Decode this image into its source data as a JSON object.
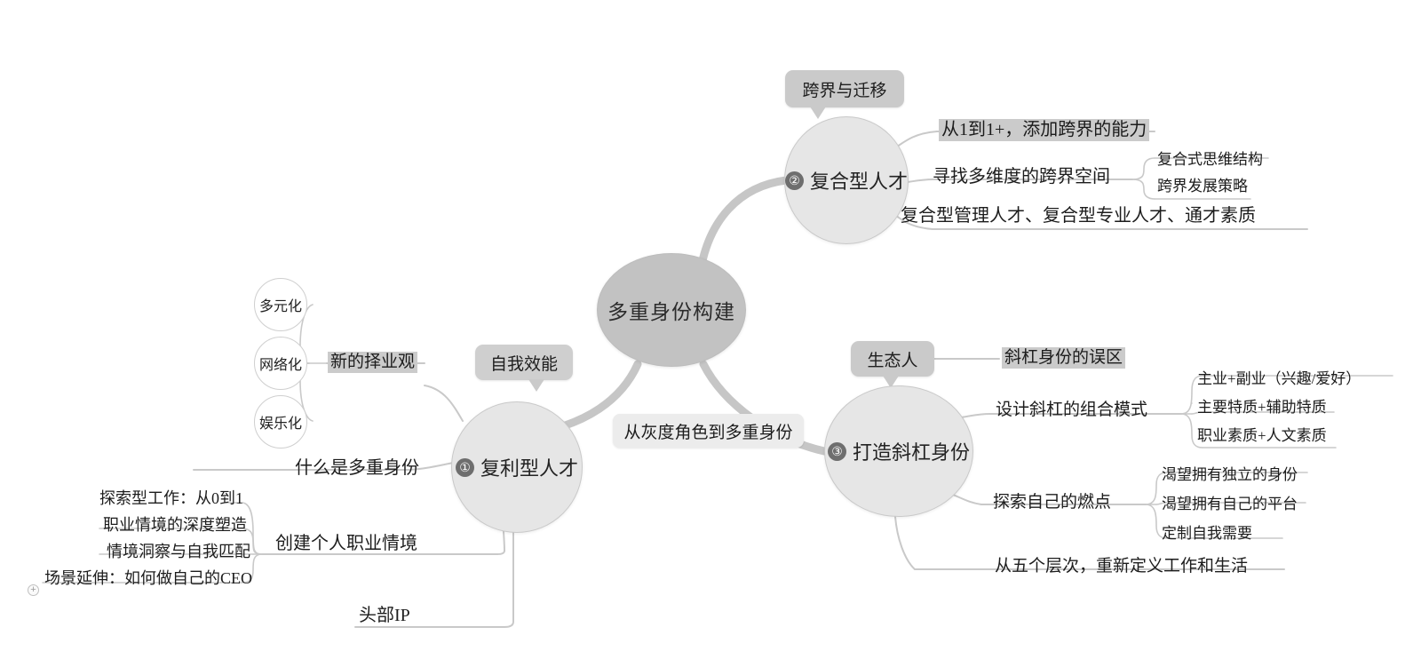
{
  "center": {
    "label": "多重身份构建"
  },
  "branches": [
    {
      "number": "②",
      "label": "复合型人才",
      "callout": "跨界与迁移",
      "children": [
        {
          "label": "从1到1+，添加跨界的能力",
          "highlight": true,
          "leaves": []
        },
        {
          "label": "寻找多维度的跨界空间",
          "highlight": false,
          "leaves": [
            "复合式思维结构",
            "跨界发展策略"
          ]
        },
        {
          "label": "复合型管理人才、复合型专业人才、通才素质",
          "highlight": false,
          "leaves": []
        }
      ]
    },
    {
      "number": "①",
      "label": "复利型人才",
      "callout": "自我效能",
      "children": [
        {
          "label": "新的择业观",
          "highlight": true,
          "leaves": [
            "多元化",
            "网络化",
            "娱乐化"
          ]
        },
        {
          "label": "什么是多重身份",
          "highlight": false,
          "leaves": []
        },
        {
          "label": "创建个人职业情境",
          "highlight": false,
          "leaves": [
            "探索型工作：从0到1",
            "职业情境的深度塑造",
            "情境洞察与自我匹配",
            "场景延伸：如何做自己的CEO"
          ]
        },
        {
          "label": "头部IP",
          "highlight": false,
          "leaves": []
        }
      ]
    },
    {
      "number": "③",
      "label": "打造斜杠身份",
      "callout": "生态人",
      "children": [
        {
          "label": "斜杠身份的误区",
          "highlight": true,
          "leaves": []
        },
        {
          "label": "设计斜杠的组合模式",
          "highlight": false,
          "leaves": [
            "主业+副业（兴趣/爱好）",
            "主要特质+辅助特质",
            "职业素质+人文素质"
          ]
        },
        {
          "label": "探索自己的燃点",
          "highlight": false,
          "leaves": [
            "渴望拥有独立的身份",
            "渴望拥有自己的平台",
            "定制自我需要"
          ]
        },
        {
          "label": "从五个层次，重新定义工作和生活",
          "highlight": false,
          "leaves": []
        }
      ]
    }
  ],
  "center_side_label": "从灰度角色到多重身份",
  "collapse_toggle": "+",
  "colors": {
    "center_fill": "#c2c2c2",
    "branch_fill": "#e6e6e6",
    "callout_fill": "#cacaca",
    "highlight_fill": "#cbcbcb",
    "line": "#c8c8c8",
    "text": "#1c1c1c"
  }
}
